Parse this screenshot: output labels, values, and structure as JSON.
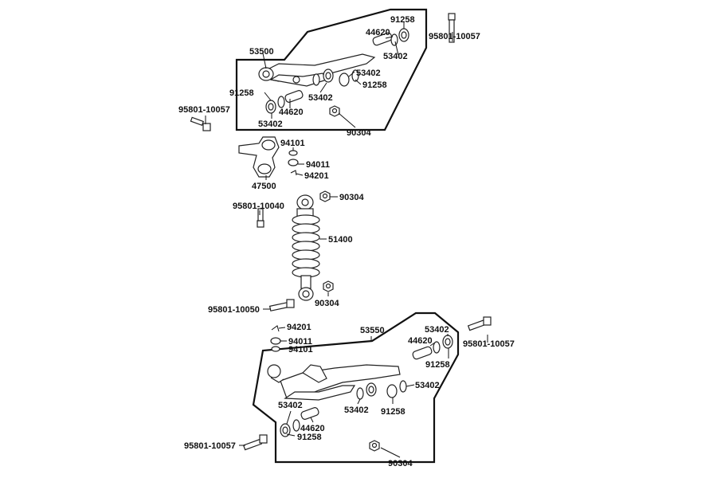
{
  "diagram": {
    "labels": {
      "upper_arm": "53500",
      "knuckle": "47500",
      "shock": "51400",
      "lower_arm": "53550",
      "seal": "91258",
      "collar": "44620",
      "bearing": "53402",
      "nut": "90304",
      "pin_nut": "94101",
      "washer": "94011",
      "cotter": "94201",
      "bolt_10057": "95801-10057",
      "bolt_10040": "95801-10040",
      "bolt_10050": "95801-10050"
    }
  }
}
